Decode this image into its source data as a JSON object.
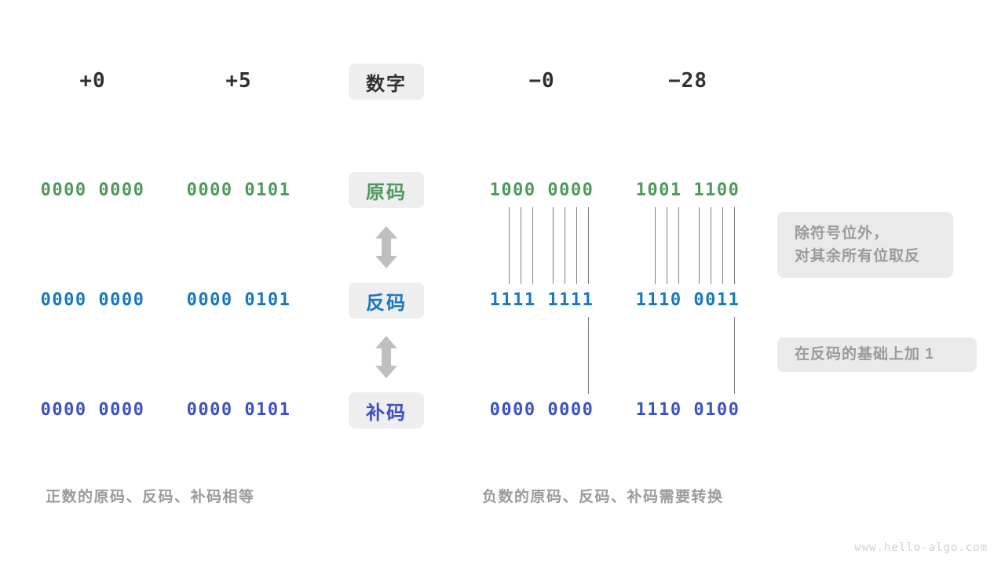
{
  "diagram": {
    "title_row": {
      "badge": "数字",
      "columns": [
        "+0",
        "+5",
        "−0",
        "−28"
      ]
    },
    "rows": [
      {
        "badge": "原码",
        "color": "#4d9a5c",
        "values": [
          "0000 0000",
          "0000 0101",
          "1000 0000",
          "1001 1100"
        ]
      },
      {
        "badge": "反码",
        "color": "#1678bf",
        "values": [
          "0000 0000",
          "0000 0101",
          "1111 1111",
          "1110 0011"
        ]
      },
      {
        "badge": "补码",
        "color": "#3b51c4",
        "values": [
          "0000 0000",
          "0000 0101",
          "0000 0000",
          "1110 0100"
        ]
      }
    ],
    "notes": [
      {
        "lines": [
          "除符号位外，",
          "对其余所有位取反"
        ]
      },
      {
        "lines": [
          "在反码的基础上加 1"
        ]
      }
    ],
    "captions": {
      "left": "正数的原码、反码、补码相等",
      "right": "负数的原码、反码、补码需要转换"
    },
    "arrows": {
      "icon": "double-headed-vertical-arrow",
      "color": "#bfbfbf",
      "count": 2
    },
    "connectors": {
      "invert_step_lines_per_group": 7,
      "increment_step_lines_per_group": 1,
      "color": "#808080"
    },
    "watermark": "www.hello-algo.com",
    "background": "#ffffff"
  }
}
